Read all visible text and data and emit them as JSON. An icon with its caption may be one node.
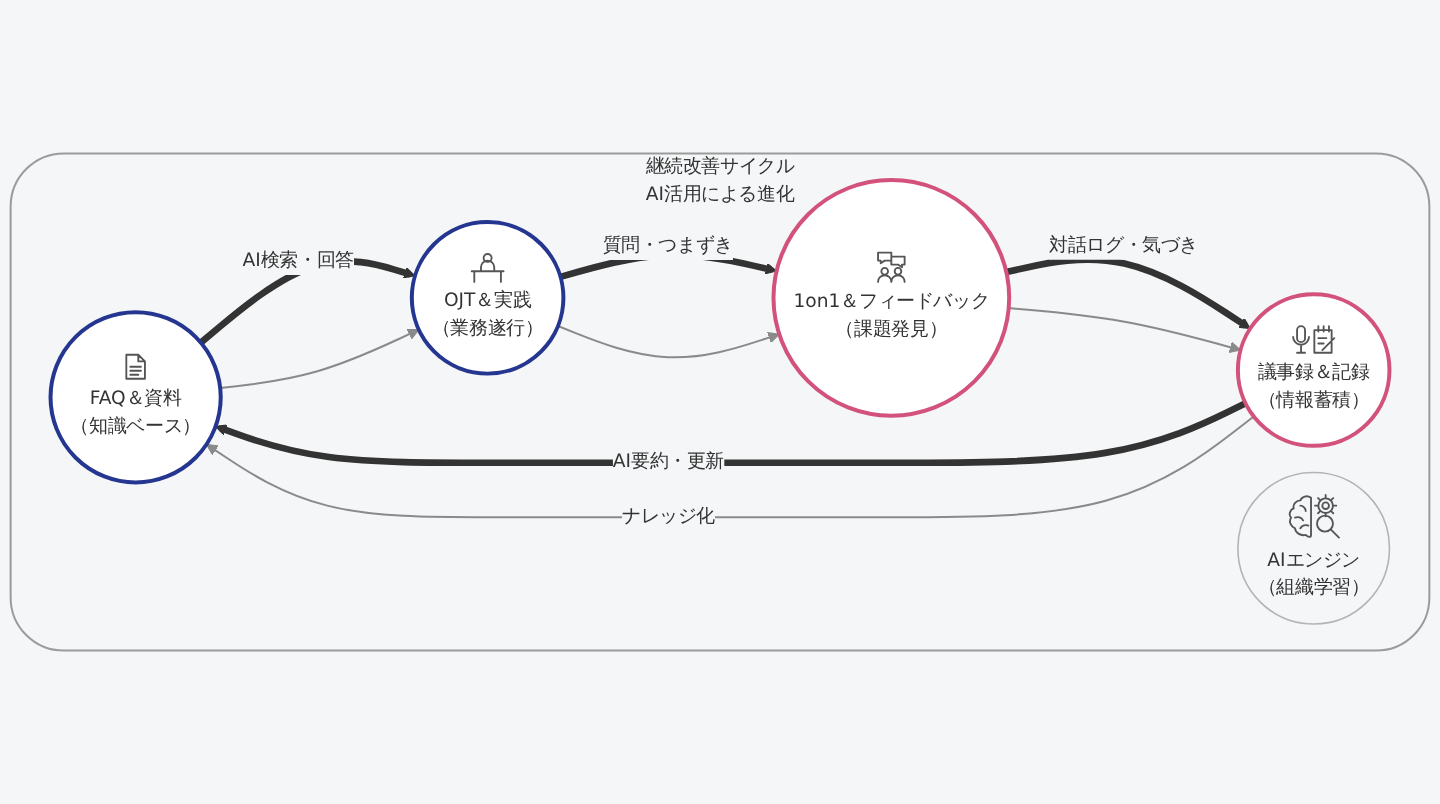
{
  "diagram": {
    "nodes": [
      {
        "text": [
          "継続改善サイクル",
          "AI活用による進化"
        ]
      },
      {
        "text": [
          "FAQ＆資料",
          "（知識ベース）"
        ],
        "in": 0
      },
      {
        "text": [
          "議事録＆記録",
          "（情報蓄積）"
        ],
        "in": 0
      },
      {
        "text": [
          "AIエンジン",
          "（組織学習）"
        ],
        "in": 0
      },
      {
        "text": [
          "OJT＆実践",
          "（業務遂行）"
        ],
        "in": 0
      },
      {
        "text": [
          "1on1＆フィードバック",
          "（課題発見）"
        ],
        "in": 0
      }
    ],
    "edges": [
      {
        "from": 1,
        "to": 4,
        "arrow": "to",
        "label": "AI検索・回答",
        "style": "thick"
      },
      {
        "from": 4,
        "to": 5,
        "arrow": "to",
        "label": "質問・つまずき",
        "style": "thick"
      },
      {
        "from": 5,
        "to": 2,
        "arrow": "to",
        "label": "対話ログ・気づき",
        "style": "thick"
      },
      {
        "from": 2,
        "to": 1,
        "arrow": "to",
        "label": "AI要約・更新",
        "style": "thick"
      },
      {
        "from": 2,
        "to": 1,
        "arrow": "to",
        "label": "ナレッジ化",
        "color": "#8a8a8a"
      },
      {
        "from": 1,
        "to": 4,
        "arrow": "to",
        "color": "#8a8a8a"
      },
      {
        "from": 4,
        "to": 5,
        "arrow": "to",
        "color": "#8a8a8a"
      },
      {
        "from": 5,
        "to": 2,
        "arrow": "to",
        "color": "#8a8a8a"
      }
    ]
  }
}
